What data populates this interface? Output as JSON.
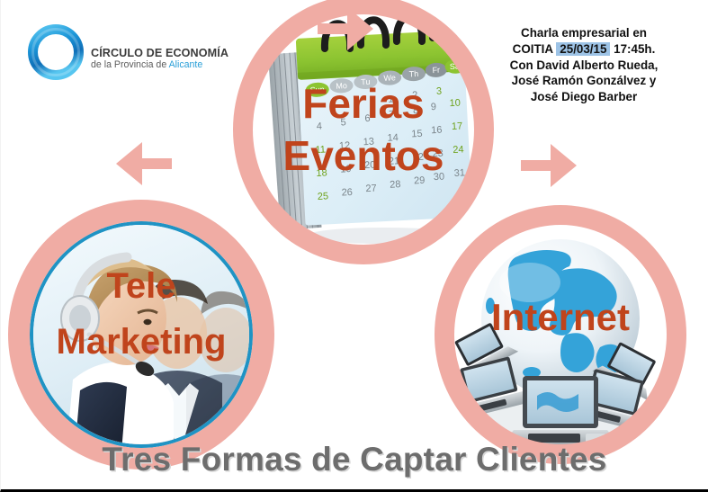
{
  "brand": {
    "logo_icon": "blue-ring-logo",
    "name": "CÍRCULO DE ECONOMÍA",
    "tagline_prefix": "de la Provincia de ",
    "tagline_city": "Alicante",
    "ring_color": "#1e9bd7",
    "name_color": "#3b3b3b",
    "city_color": "#2a9fd8"
  },
  "event_info": {
    "line1": "Charla empresarial en",
    "line2_prefix": "COITIA",
    "date": "25/03/15",
    "line2_suffix": "17:45h.",
    "line3": "Con David Alberto Rueda,",
    "line4": "José Ramón Gonzálvez y",
    "line5": "José Diego Barber",
    "date_highlight_color": "#9dc3e6"
  },
  "nodes": [
    {
      "id": "ferias",
      "label_line1": "Ferias",
      "label_line2": "Eventos",
      "image": "desk-calendar-photo",
      "label_color": "#c0441c",
      "ring_color": "#f0aca4"
    },
    {
      "id": "tele",
      "label_line1": "Tele",
      "label_line2": "Marketing",
      "image": "call-center-headset-photo",
      "label_color": "#c0441c",
      "ring_color": "#f0aca4",
      "inner_border_color": "#1f93c4"
    },
    {
      "id": "internet",
      "label_line1": "Internet",
      "label_line2": "",
      "image": "globe-with-laptops-photo",
      "label_color": "#c0441c",
      "ring_color": "#f0aca4"
    }
  ],
  "arrows": [
    {
      "id": "arrow-to-ferias",
      "direction": "right",
      "icon": "arrow-right-icon"
    },
    {
      "id": "arrow-to-tele",
      "direction": "left",
      "icon": "arrow-left-icon"
    },
    {
      "id": "arrow-to-internet",
      "direction": "right",
      "icon": "arrow-right-icon"
    }
  ],
  "footer": {
    "title": "Tres Formas de Captar Clientes",
    "color": "#6d6d6d"
  }
}
